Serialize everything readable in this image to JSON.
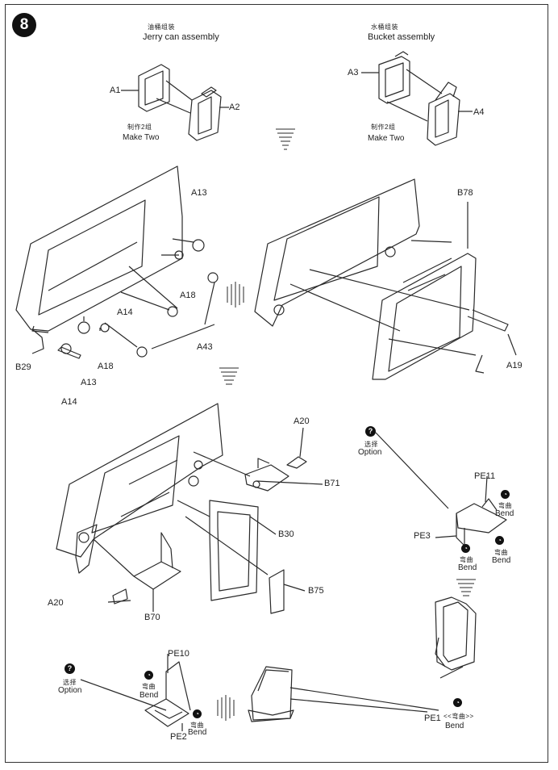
{
  "step": {
    "number": "8"
  },
  "jerry_can": {
    "title_cn": "油桶组装",
    "title_en": "Jerry can assembly",
    "make_cn": "制作2组",
    "make_en": "Make Two"
  },
  "bucket": {
    "title_cn": "水桶组装",
    "title_en": "Bucket assembly",
    "make_cn": "制作2组",
    "make_en": "Make Two"
  },
  "parts": {
    "a1": "A1",
    "a2": "A2",
    "a3": "A3",
    "a4": "A4",
    "a13_top": "A13",
    "a13_bottom": "A13",
    "a18_top": "A18",
    "a18_bottom": "A18",
    "a14_top": "A14",
    "a14_bottom": "A14",
    "a43": "A43",
    "b29": "B29",
    "b78": "B78",
    "a19": "A19",
    "a20_top": "A20",
    "a20_bottom": "A20",
    "b71": "B71",
    "b30": "B30",
    "b75": "B75",
    "b70": "B70",
    "pe11": "PE11",
    "pe3": "PE3",
    "pe10": "PE10",
    "pe2": "PE2",
    "pe1": "PE1"
  },
  "option_right": {
    "icon": "?",
    "cn": "选择",
    "en": "Option"
  },
  "option_left": {
    "icon": "?",
    "cn": "选择",
    "en": "Option"
  },
  "bends": {
    "b1": {
      "cn": "弯曲",
      "en": "Bend"
    },
    "b2": {
      "cn": "弯曲",
      "en": "Bend"
    },
    "b3": {
      "cn": "弯曲",
      "en": "Bend"
    },
    "b4": {
      "cn": "弯曲",
      "en": "Bend"
    },
    "b5": {
      "cn": "弯曲",
      "en": "Bend"
    },
    "b6": {
      "cn": "<<弯曲>>",
      "en": "Bend"
    }
  },
  "colors": {
    "ink": "#222222",
    "badge": "#111111",
    "paper": "#ffffff"
  }
}
